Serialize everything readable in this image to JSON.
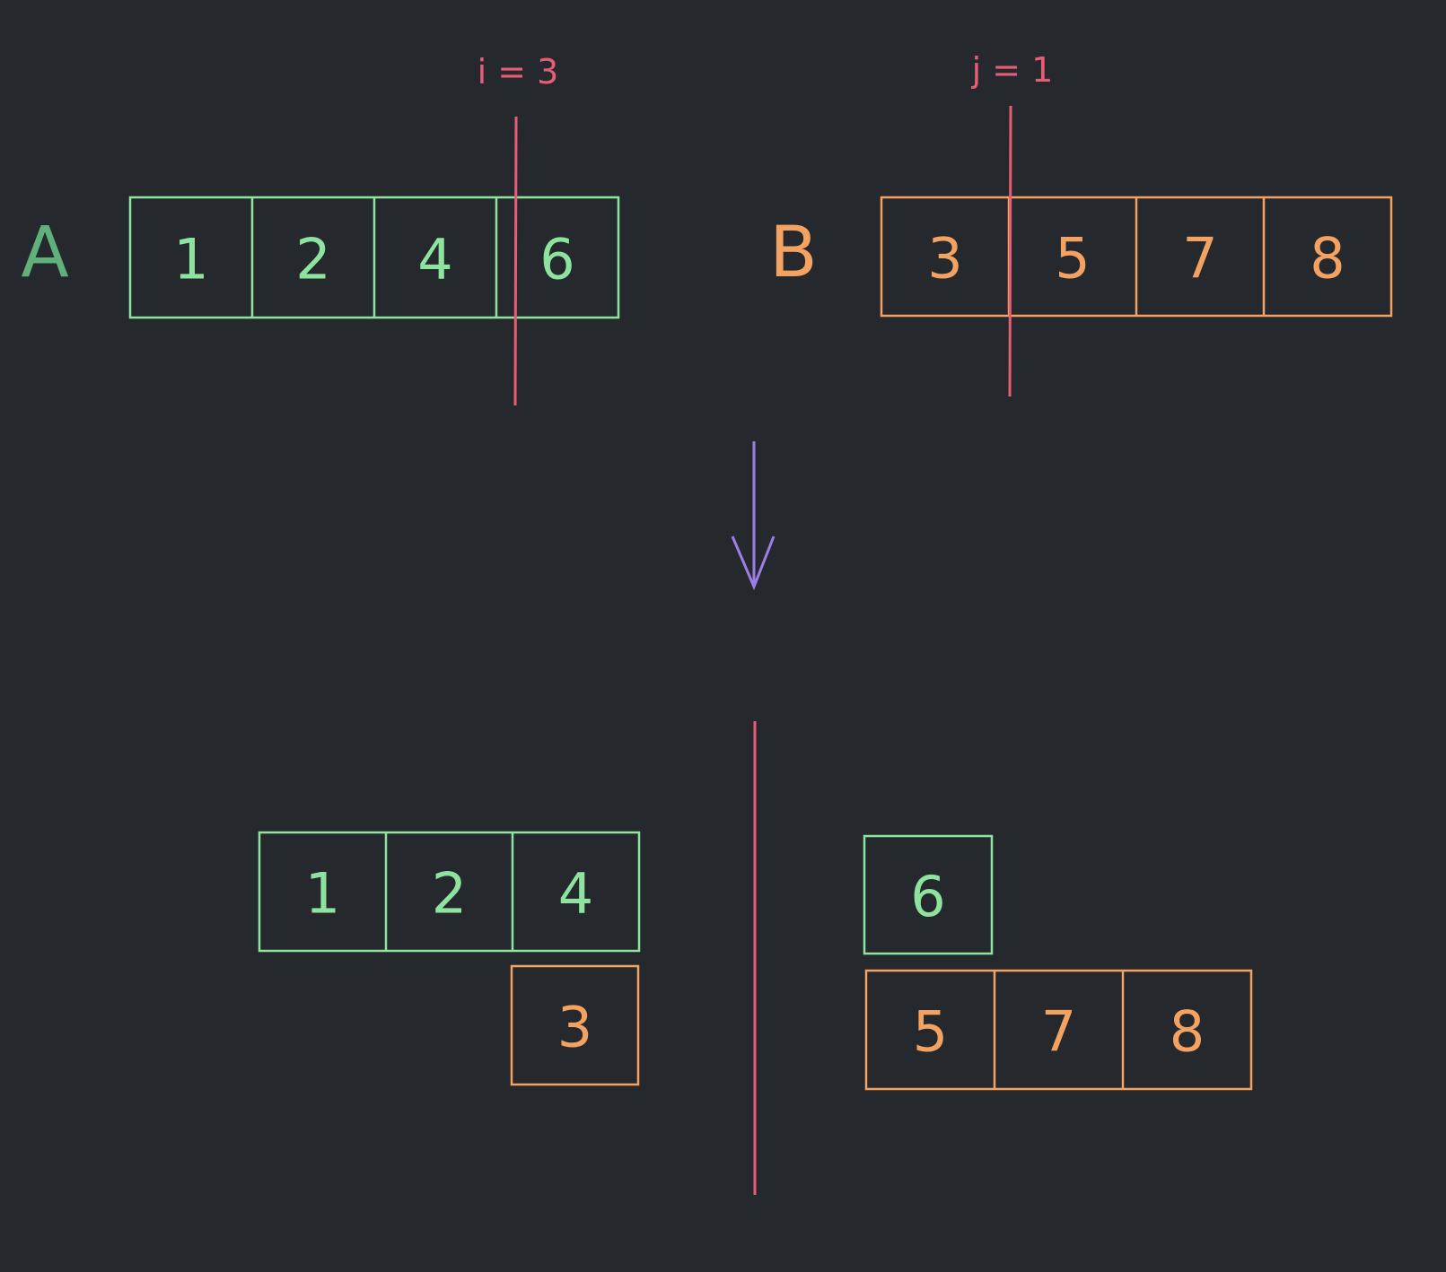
{
  "colors": {
    "background": "#25292e",
    "array_a": "#8ee39e",
    "array_a_label": "#5fb07a",
    "array_b": "#f4a261",
    "partition": "#e85d75",
    "arrow": "#9d7ee8"
  },
  "top": {
    "array_a": {
      "label": "A",
      "values": [
        "1",
        "2",
        "4",
        "6"
      ]
    },
    "array_b": {
      "label": "B",
      "values": [
        "3",
        "5",
        "7",
        "8"
      ]
    },
    "pointer_i": "i = 3",
    "pointer_j": "j = 1"
  },
  "bottom": {
    "left_a": [
      "1",
      "2",
      "4"
    ],
    "left_b": [
      "3"
    ],
    "right_a": [
      "6"
    ],
    "right_b": [
      "5",
      "7",
      "8"
    ]
  }
}
